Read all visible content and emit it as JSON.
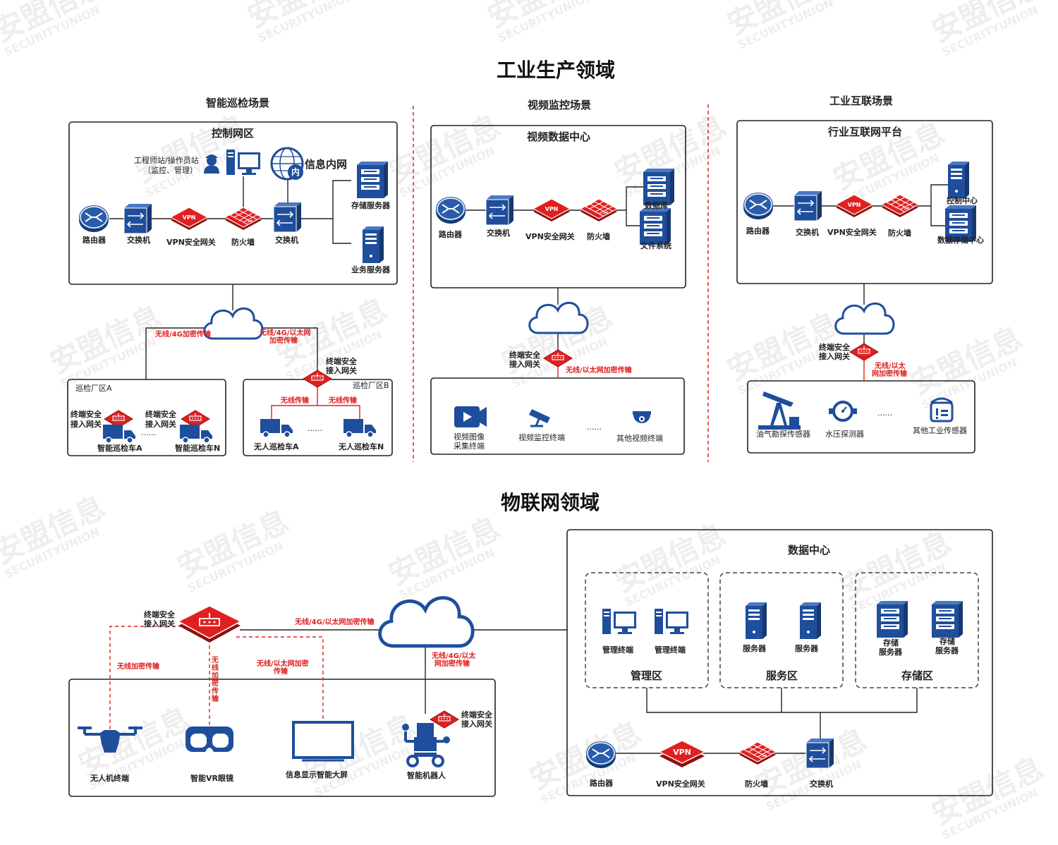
{
  "titles": {
    "industrial": "工业生产领域",
    "iot": "物联网领域"
  },
  "watermark": {
    "cn": "安盟信息",
    "en": "SECURITYUNION"
  },
  "scene1": {
    "title": "智能巡检场景",
    "zone": "控制网区",
    "engineer": "工程师站/操作员站",
    "engineer_sub": "（监控、管理）",
    "intranet": "信息内网",
    "router": "路由器",
    "switch1": "交换机",
    "vpn": "VPN安全网关",
    "firewall": "防火墙",
    "switch2": "交换机",
    "storage_server": "存储服务器",
    "business_server": "业务服务器",
    "link_left": "无线/4G加密传输",
    "link_right_1": "无线/4G/以太网",
    "link_right_2": "加密传输",
    "gateway_b_1": "终端安全",
    "gateway_b_2": "接入网关",
    "plant_a": "巡检厂区A",
    "plant_b": "巡检厂区B",
    "gw_a1_1": "终端安全",
    "gw_a1_2": "接入网关",
    "gw_a2_1": "终端安全",
    "gw_a2_2": "接入网关",
    "car_a": "智能巡检车A",
    "car_n": "智能巡检车N",
    "dots": "......",
    "wireless_1": "无线传输",
    "wireless_2": "无线传输",
    "drone_car_a": "无人巡检车A",
    "drone_car_n": "无人巡检车N"
  },
  "scene2": {
    "title": "视频监控场景",
    "zone": "视频数据中心",
    "router": "路由器",
    "switch": "交换机",
    "vpn": "VPN安全网关",
    "firewall": "防火墙",
    "database": "数据库",
    "filesystem": "文件系统",
    "gateway_1": "终端安全",
    "gateway_2": "接入网关",
    "link": "无线/以太网加密传输",
    "cam_1": "视频图像",
    "cam_2": "采集终端",
    "monitor": "视频监控终端",
    "dots": "......",
    "other": "其他视频终端"
  },
  "scene3": {
    "title": "工业互联场景",
    "zone": "行业互联网平台",
    "router": "路由器",
    "switch": "交换机",
    "vpn": "VPN安全网关",
    "firewall": "防火墙",
    "control": "控制中心",
    "storage": "数据存储中心",
    "gateway_1": "终端安全",
    "gateway_2": "接入网关",
    "link_1": "无线/以太",
    "link_2": "网加密传输",
    "oil": "油气勘探传感器",
    "water": "水压探测器",
    "dots": "......",
    "other": "其他工业传感器"
  },
  "iot": {
    "gateway_1": "终端安全",
    "gateway_2": "接入网关",
    "link_cloud": "无线/4G/以太网加密传输",
    "link_drone": "无线加密传输",
    "link_vr": [
      "无",
      "线",
      "加",
      "密",
      "传",
      "输"
    ],
    "link_screen_1": "无线/以太网加密",
    "link_screen_2": "传输",
    "link_robot_1": "无线/4G/以太",
    "link_robot_2": "网加密传输",
    "robot_gw_1": "终端安全",
    "robot_gw_2": "接入网关",
    "drone": "无人机终端",
    "vr": "智能VR眼镜",
    "screen": "信息显示智能大屏",
    "robot": "智能机器人",
    "dc": "数据中心",
    "mgmt_term_1": "管理终端",
    "mgmt_term_2": "管理终端",
    "mgmt_zone": "管理区",
    "server_1": "服务器",
    "server_2": "服务器",
    "server_zone": "服务区",
    "storage_1a": "存储",
    "storage_1b": "服务器",
    "storage_2a": "存储",
    "storage_2b": "服务器",
    "storage_zone": "存储区",
    "router": "路由器",
    "vpn": "VPN安全网关",
    "vpn_icon": "VPN",
    "firewall": "防火墙",
    "switch": "交换机"
  },
  "colors": {
    "blue": "#1f4e9c",
    "red": "#e02020",
    "dark_red": "#c81e1e"
  }
}
